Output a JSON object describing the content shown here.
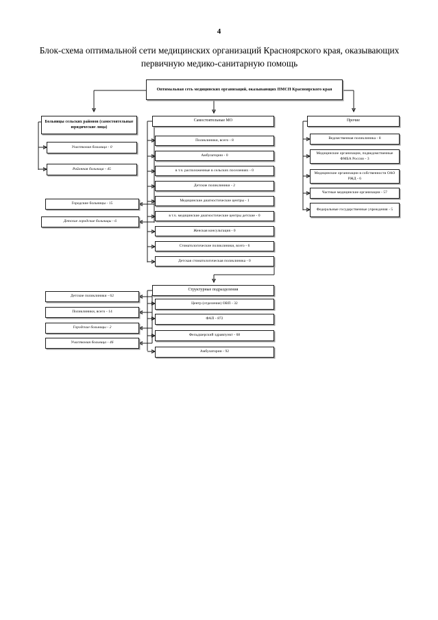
{
  "page": {
    "number": "4",
    "title": "Блок-схема оптимальной сети медицинских организаций Красноярского края, оказывающих первичную медико-санитарную помощь"
  },
  "diagram": {
    "type": "flowchart",
    "root": "Оптимальная сеть медицинских организаций, оказывающих ПМСП Красноярского края",
    "branches": [
      {
        "name": "rural-hospitals",
        "heading": "Больницы сельских районов (самостоятельные юридические лица)",
        "items": [
          "Участковая больница - 0",
          "Районная больница - 45"
        ]
      },
      {
        "name": "city-hospitals",
        "items": [
          "Городские больницы - 15",
          "Детские городские больницы - 6"
        ]
      },
      {
        "name": "independent-mo",
        "heading": "Самостоятельные МО",
        "items": [
          "Поликлиники, всего - 8",
          "Амбулатории - 0",
          "в т.ч. расположенные в сельских поселениях - 0",
          "Детские поликлиники - 2",
          "Медицинские диагностические центры - 1",
          "в т.ч. медицинские диагностические центры детские - 0",
          "Женская консультация - 0",
          "Стоматологические поликлиники, всего - 6",
          "Детская стоматологическая поликлиника - 0"
        ]
      },
      {
        "name": "other",
        "heading": "Прочие",
        "items": [
          "Ведомственная поликлиника - 8",
          "Медицинские организации, подведомственные ФМБА России - 3",
          "Медицинские организации в собственности ОАО РЖД - 6",
          "Частные медицинские организации - 57",
          "Федеральные государственные учреждения - 5"
        ]
      },
      {
        "name": "structural-units",
        "heading": "Структурные подразделения",
        "items": [
          "Центр (отделение) ОВП - 32",
          "ФАП - 872",
          "Фельдшерский здравпункт - 68",
          "Амбулатории - 92"
        ]
      },
      {
        "name": "structural-left",
        "items": [
          "Детские поликлиники - 62",
          "Поликлиники, всего - 14",
          "Городские больницы - 2",
          "Участковая больница - 46"
        ]
      }
    ]
  }
}
